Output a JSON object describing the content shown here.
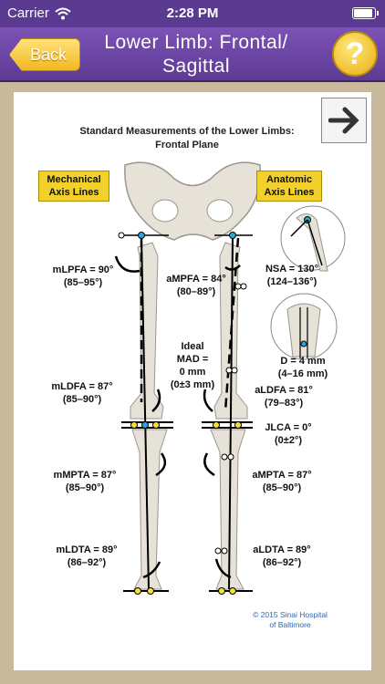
{
  "status_bar": {
    "carrier": "Carrier",
    "time": "2:28 PM",
    "battery_level": 0.95
  },
  "nav": {
    "back_label": "Back",
    "title": "Lower Limb: Frontal/ Sagittal",
    "help_label": "?"
  },
  "figure": {
    "title_line1": "Standard Measurements of the Lower Limbs:",
    "title_line2": "Frontal Plane",
    "tags": {
      "mechanical": "Mechanical Axis Lines",
      "anatomic": "Anatomic Axis Lines"
    },
    "measurements": {
      "mlpfa": {
        "name": "mLPFA = 90°",
        "range": "(85–95°)"
      },
      "ampfa": {
        "name": "aMPFA = 84°",
        "range": "(80–89°)"
      },
      "nsa": {
        "name": "NSA = 130°",
        "range": "(124–136°)"
      },
      "mad": {
        "l1": "Ideal",
        "l2": "MAD =",
        "l3": "0 mm",
        "l4": "(0±3 mm)"
      },
      "d": {
        "name": "D = 4 mm",
        "range": "(4–16 mm)"
      },
      "mldfa": {
        "name": "mLDFA = 87°",
        "range": "(85–90°)"
      },
      "aldfa": {
        "name": "aLDFA = 81°",
        "range": "(79–83°)"
      },
      "jlca": {
        "name": "JLCA = 0°",
        "range": "(0±2°)"
      },
      "mmpta": {
        "name": "mMPTA = 87°",
        "range": "(85–90°)"
      },
      "ampta": {
        "name": "aMPTA = 87°",
        "range": "(85–90°)"
      },
      "mldta": {
        "name": "mLDTA = 89°",
        "range": "(86–92°)"
      },
      "aldta": {
        "name": "aLDTA = 89°",
        "range": "(86–92°)"
      }
    },
    "copyright_l1": "© 2015 Sinai Hospital",
    "copyright_l2": "of Baltimore"
  },
  "colors": {
    "nav": "#6a45a6",
    "gold": "#f2c62a",
    "bone": "#e4e0d6",
    "accent": "#2aa7d8",
    "joint_marker": "#f3e13a"
  },
  "icons": {
    "wifi": "wifi-icon",
    "battery": "battery-icon",
    "next": "arrow-right-icon"
  }
}
